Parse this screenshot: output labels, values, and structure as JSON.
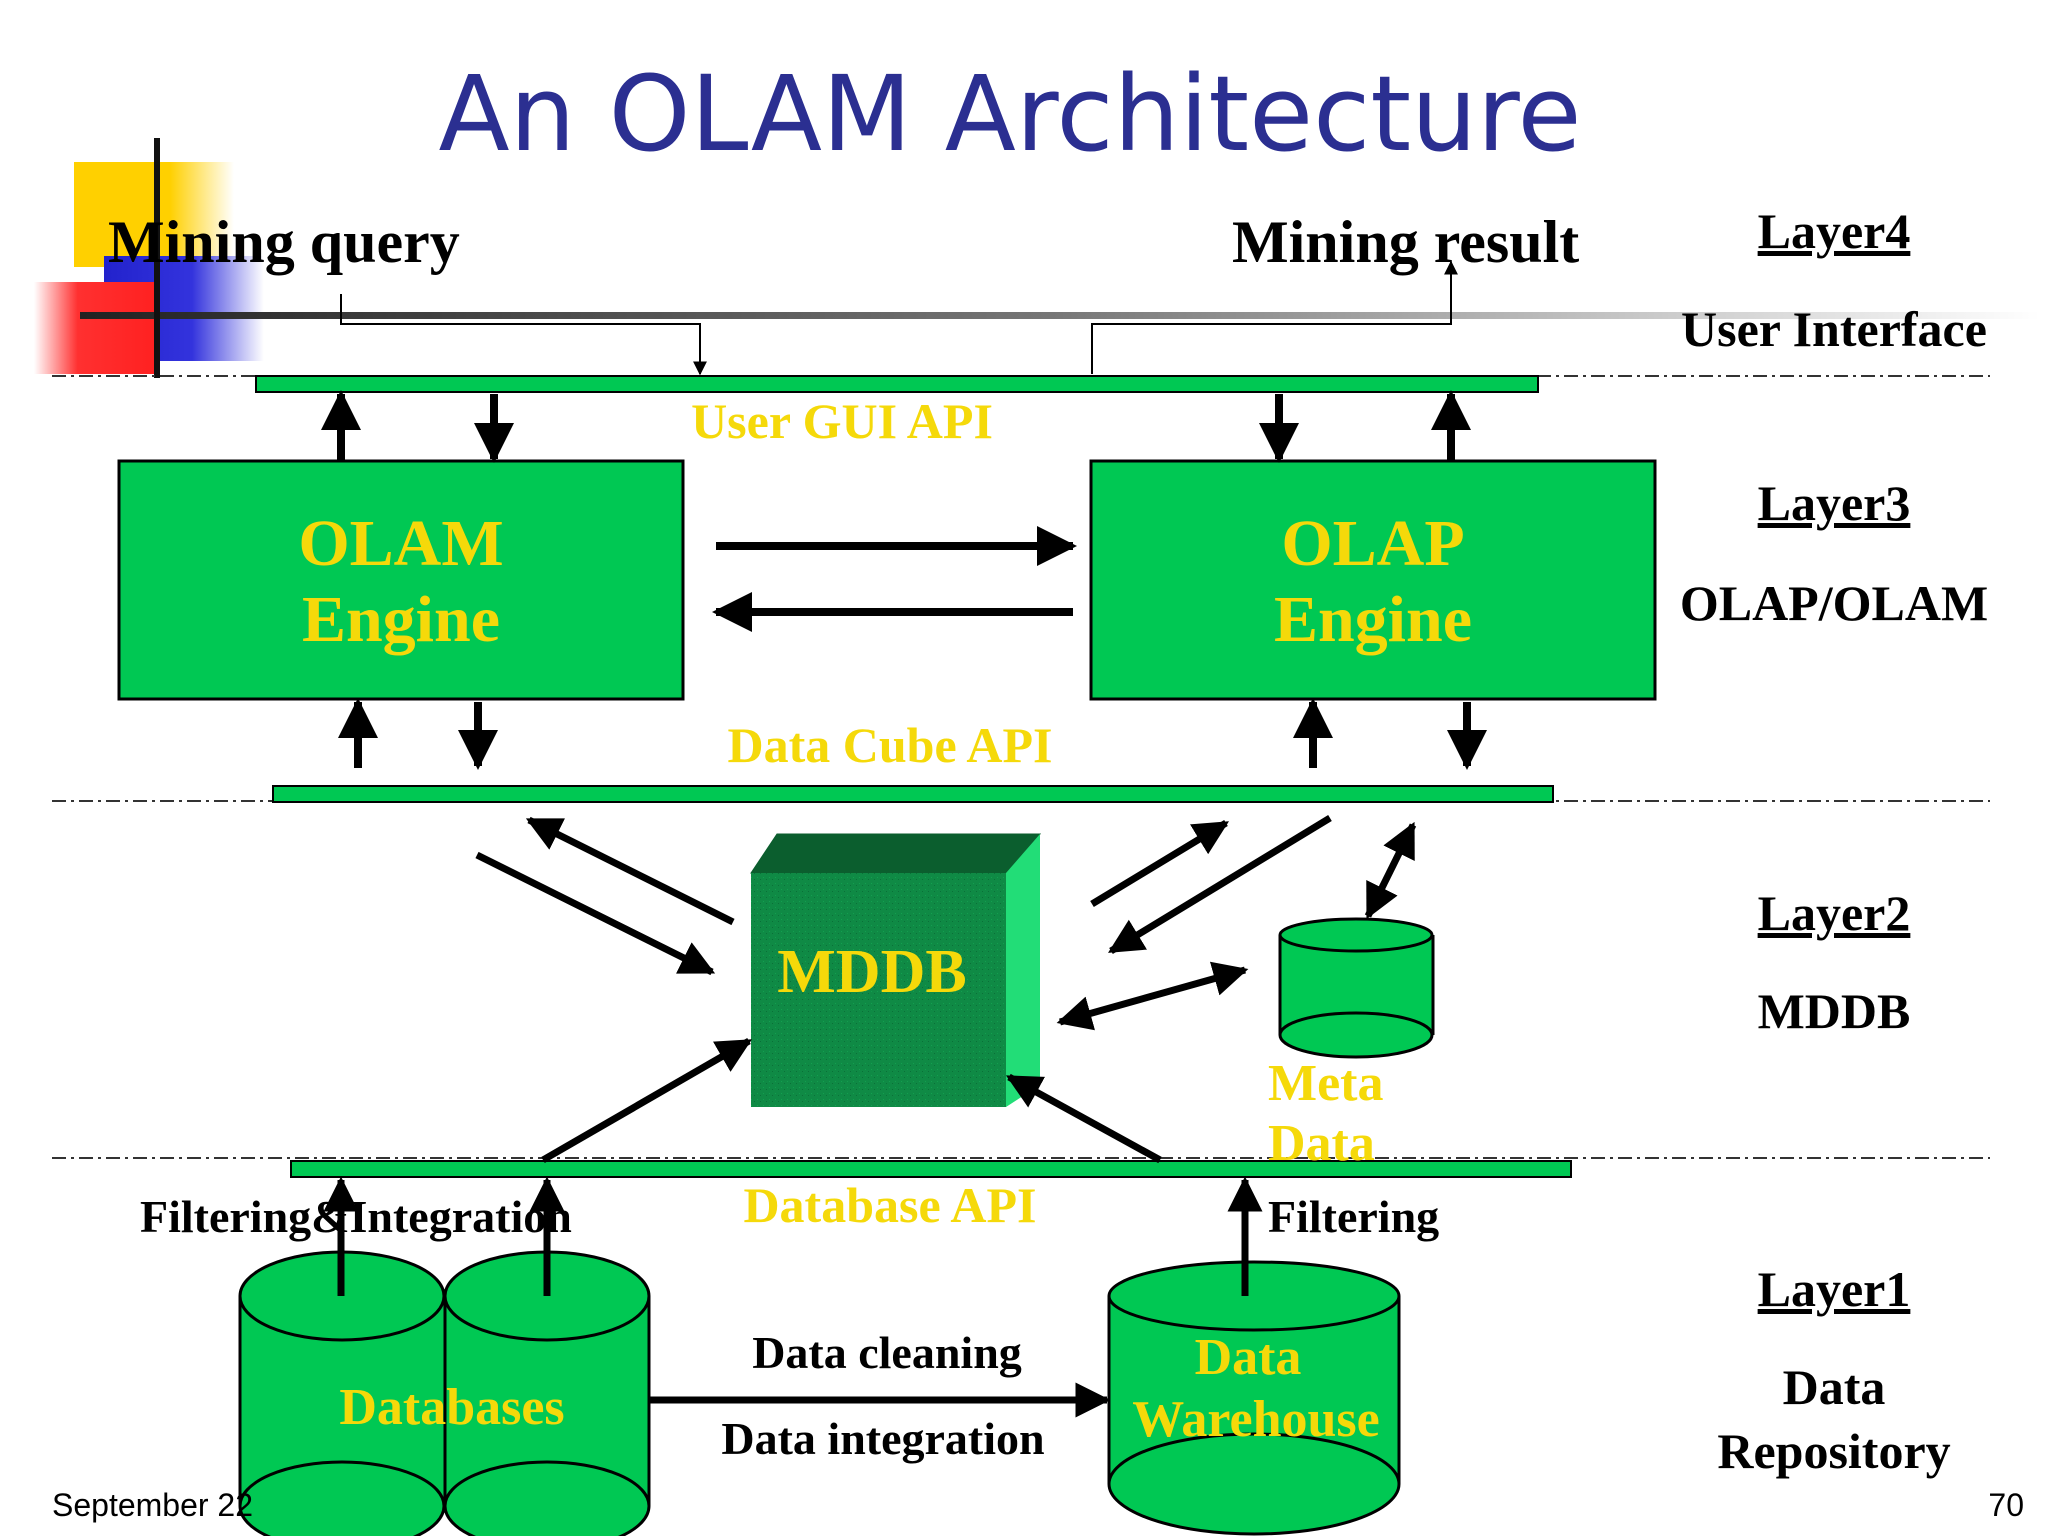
{
  "title": "An OLAM Architecture",
  "user_interface": {
    "query": "Mining query",
    "result": "Mining result"
  },
  "apis": {
    "gui": "User GUI API",
    "cube": "Data Cube API",
    "database": "Database API"
  },
  "engines": {
    "olam_line1": "OLAM",
    "olam_line2": "Engine",
    "olap_line1": "OLAP",
    "olap_line2": "Engine"
  },
  "mddb": {
    "label": "MDDB",
    "meta_line1": "Meta",
    "meta_line2": "Data"
  },
  "layer1": {
    "filtering_integration": "Filtering&Integration",
    "filtering": "Filtering",
    "databases": "Databases",
    "cleaning": "Data cleaning",
    "integration": "Data integration",
    "warehouse_line1": "Data",
    "warehouse_line2": "Warehouse"
  },
  "layers": [
    {
      "heading": "Layer4",
      "desc_lines": [
        "User Interface"
      ]
    },
    {
      "heading": "Layer3",
      "desc_lines": [
        "OLAP/OLAM"
      ]
    },
    {
      "heading": "Layer2",
      "desc_lines": [
        "MDDB"
      ]
    },
    {
      "heading": "Layer1",
      "desc_lines": [
        "Data",
        "Repository"
      ]
    }
  ],
  "footer": {
    "date": "September 22",
    "page": "70"
  },
  "colors": {
    "title": "#2b2f91",
    "green": "#00c853",
    "dark_green": "#0b7a3a",
    "yellow_text": "#f5d90a",
    "black": "#000000"
  }
}
